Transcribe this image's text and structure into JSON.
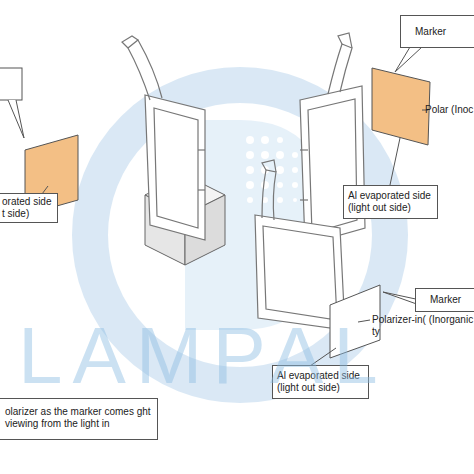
{
  "diagram": {
    "nodes": [
      {
        "text": [
          "Marker"
        ]
      },
      {
        "text": [
          "orated side t side)"
        ]
      },
      {
        "text": [
          "Al evaporated side (light out side)"
        ]
      },
      {
        "text": [
          "Marker"
        ]
      },
      {
        "text": [
          "Al evaporated side (light out side)"
        ]
      },
      {
        "text": [
          "olarizer as the marker comes ght viewing from the light in"
        ]
      }
    ],
    "labels": [
      "Polar (Inoc",
      "Polarizer-in( (Inorganic ty",
      "LAMPAL"
    ]
  }
}
